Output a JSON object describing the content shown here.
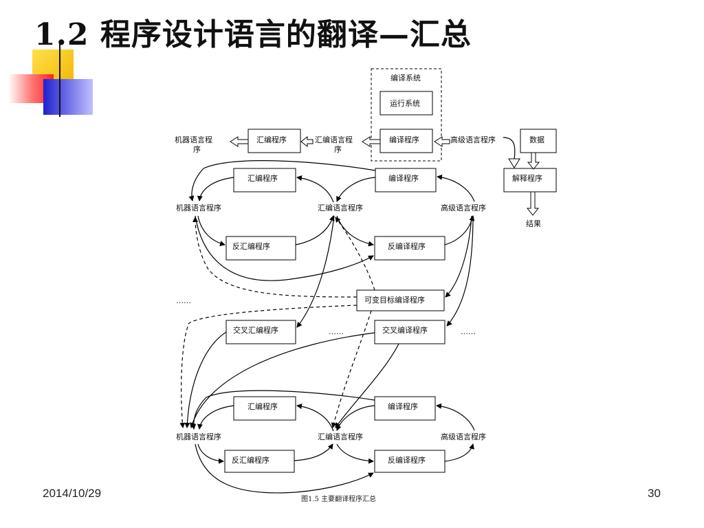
{
  "slide": {
    "title": "1.2 程序设计语言的翻译—汇总",
    "date": "2014/10/29",
    "page_number": "30",
    "caption": "图1.5 主要翻译程序汇总"
  },
  "diagram": {
    "compile_system_label": "编译系统",
    "runtime_system": "运行系统",
    "top_row": {
      "machine_lang": "机器语言程\n序",
      "assembler": "汇编程序",
      "assembly_lang": "汇编语言程\n序",
      "compiler": "编译程序",
      "high_lang": "高级语言程序",
      "data": "数据",
      "interpreter": "解释程序",
      "result": "结果"
    },
    "middle": {
      "assembler": "汇编程序",
      "compiler": "编译程序",
      "machine_lang": "机器语言程序",
      "assembly_lang": "汇编语言程序",
      "high_lang": "高级语言程序",
      "disassembler": "反汇编程序",
      "decompiler": "反编译程序",
      "retargetable": "可变目标编译程序",
      "ellipsis_left": "……",
      "cross_assembler": "交叉汇编程序",
      "ellipsis_mid": "……",
      "cross_compiler": "交叉编译程序",
      "ellipsis_right": "……"
    },
    "bottom": {
      "assembler": "汇编程序",
      "compiler": "编译程序",
      "machine_lang": "机器语言程序",
      "assembly_lang": "汇编语言程序",
      "high_lang": "高级语言程序",
      "disassembler": "反汇编程序",
      "decompiler": "反编译程序"
    }
  }
}
